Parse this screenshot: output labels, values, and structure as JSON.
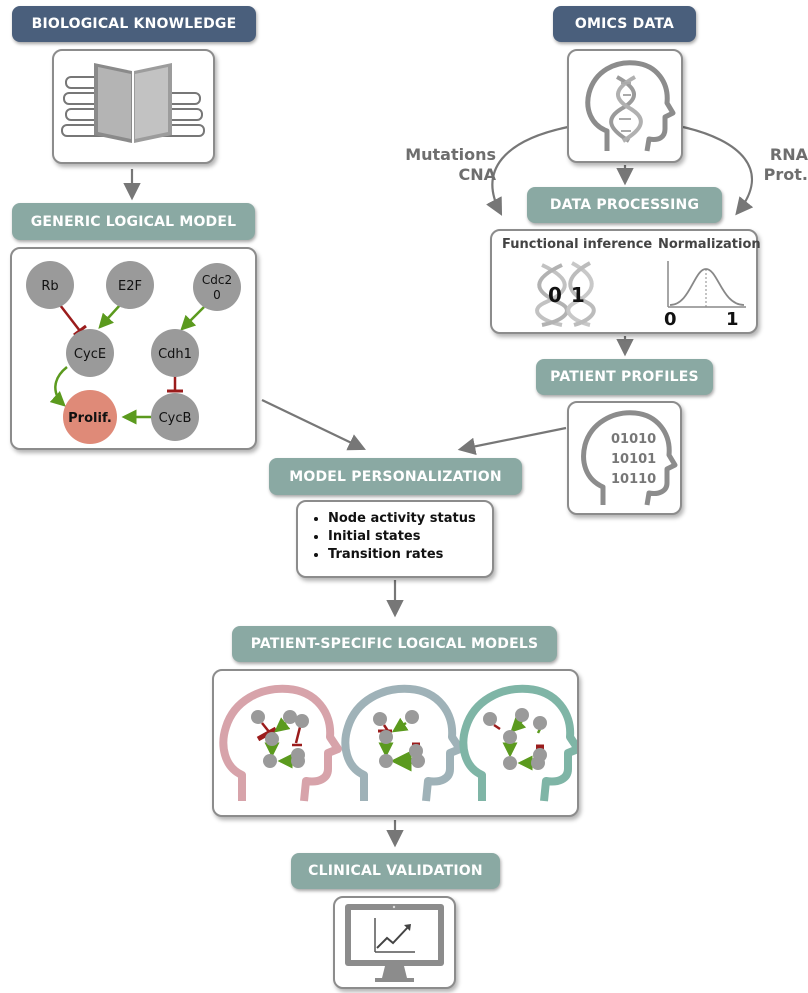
{
  "colors": {
    "navy": "#4a5f7c",
    "sage": "#8aa9a3",
    "node": "#9a9a9a",
    "prolif": "#df8a78",
    "activation": "#5b9a1e",
    "inhibition": "#9b1c1c",
    "arrow": "#777777"
  },
  "headers": {
    "bio_knowledge": "BIOLOGICAL KNOWLEDGE",
    "omics_data": "OMICS DATA",
    "generic_model": "GENERIC LOGICAL MODEL",
    "data_processing": "DATA PROCESSING",
    "patient_profiles": "PATIENT PROFILES",
    "personalization": "MODEL PERSONALIZATION",
    "patient_models": "PATIENT-SPECIFIC LOGICAL MODELS",
    "clinical_validation": "CLINICAL VALIDATION"
  },
  "omics_labels": {
    "left_line1": "Mutations",
    "left_line2": "CNA",
    "right_line1": "RNA",
    "right_line2": "Prot."
  },
  "processing": {
    "functional_inference": "Functional inference",
    "functional_values": "0 1",
    "normalization": "Normalization",
    "norm_min": "0",
    "norm_max": "1"
  },
  "network_nodes": {
    "rb": "Rb",
    "e2f": "E2F",
    "cdc20_line1": "Cdc2",
    "cdc20_line2": "0",
    "cyce": "CycE",
    "cdh1": "Cdh1",
    "cycb": "CycB",
    "prolif": "Prolif."
  },
  "profile_bits": [
    "01010",
    "10101",
    "10110"
  ],
  "personalization_items": [
    "Node activity status",
    "Initial states",
    "Transition rates"
  ],
  "head_colors": [
    "#d7a3aa",
    "#9fb2b8",
    "#7fb5a6"
  ]
}
